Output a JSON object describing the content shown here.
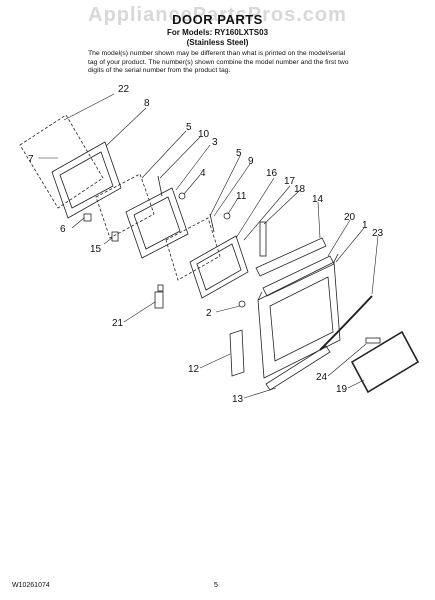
{
  "header": {
    "watermark": "AppliancePartsPros.com",
    "title": "DOOR PARTS",
    "models_line": "For Models: RY160LXTS03",
    "finish_line": "(Stainless Steel)",
    "note": "The model(s) number shown may be different than what is printed on the model/serial tag of your product. The number(s) shown combine the model number and the first two digits of the serial number from the product tag."
  },
  "callouts": {
    "c22": "22",
    "c8": "8",
    "c7": "7",
    "c6": "6",
    "c15": "15",
    "c5a": "5",
    "c10": "10",
    "c3": "3",
    "c4": "4",
    "c5b": "5",
    "c9": "9",
    "c11": "11",
    "c16": "16",
    "c17": "17",
    "c18": "18",
    "c14": "14",
    "c20": "20",
    "c1": "1",
    "c23": "23",
    "c2": "2",
    "c21": "21",
    "c12": "12",
    "c13": "13",
    "c24": "24",
    "c19": "19"
  },
  "footer": {
    "doc_number": "W10261074",
    "page_number": "5"
  }
}
